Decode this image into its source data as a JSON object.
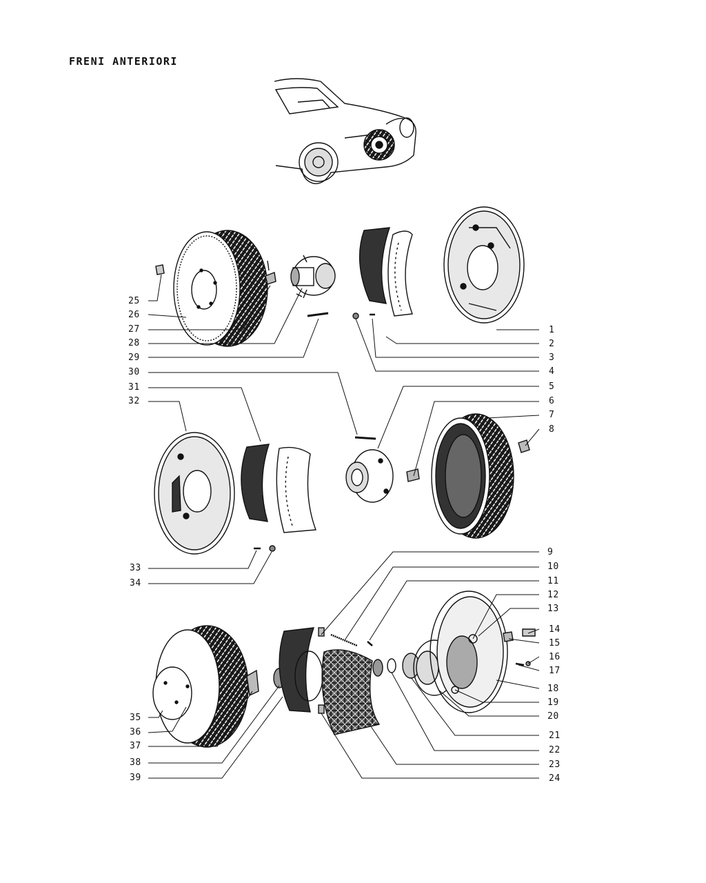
{
  "title": "FRENI ANTERIORI",
  "callouts": {
    "n1": "1",
    "n2": "2",
    "n3": "3",
    "n4": "4",
    "n5": "5",
    "n6": "6",
    "n7": "7",
    "n8": "8",
    "n9": "9",
    "n10": "10",
    "n11": "11",
    "n12": "12",
    "n13": "13",
    "n14": "14",
    "n15": "15",
    "n16": "16",
    "n17": "17",
    "n18": "18",
    "n19": "19",
    "n20": "20",
    "n21": "21",
    "n22": "22",
    "n23": "23",
    "n24": "24",
    "n25": "25",
    "n26": "26",
    "n27": "27",
    "n28": "28",
    "n29": "29",
    "n30": "30",
    "n31": "31",
    "n32": "32",
    "n33": "33",
    "n34": "34",
    "n35": "35",
    "n36": "36",
    "n37": "37",
    "n38": "38",
    "n39": "39"
  }
}
